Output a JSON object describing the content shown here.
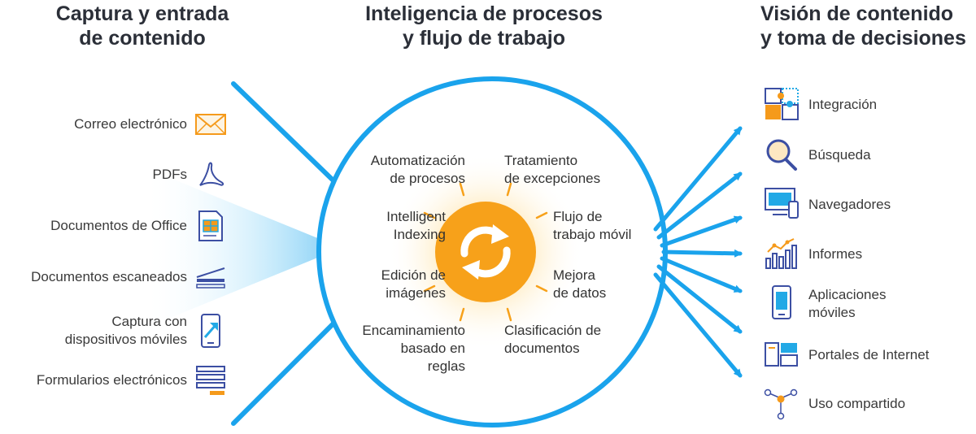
{
  "columns": {
    "left_title": [
      "Captura y entrada",
      "de contenido"
    ],
    "center_title": [
      "Inteligencia de procesos",
      "y flujo de trabajo"
    ],
    "right_title": [
      "Visión de contenido",
      "y toma de decisiones"
    ]
  },
  "inputs": [
    {
      "lines": [
        "Correo electrónico"
      ],
      "icon": "envelope-icon"
    },
    {
      "lines": [
        "PDFs"
      ],
      "icon": "pdf-icon"
    },
    {
      "lines": [
        "Documentos de Office"
      ],
      "icon": "office-document-icon"
    },
    {
      "lines": [
        "Documentos escaneados"
      ],
      "icon": "scanner-icon"
    },
    {
      "lines": [
        "Captura con",
        "dispositivos móviles"
      ],
      "icon": "mobile-capture-icon"
    },
    {
      "lines": [
        "Formularios electrónicos"
      ],
      "icon": "form-icon"
    }
  ],
  "processes": [
    {
      "lines": [
        "Automatización",
        "de procesos"
      ]
    },
    {
      "lines": [
        "Tratamiento",
        "de excepciones"
      ]
    },
    {
      "lines": [
        "Intelligent",
        "Indexing"
      ]
    },
    {
      "lines": [
        "Flujo de",
        "trabajo móvil"
      ]
    },
    {
      "lines": [
        "Edición de",
        "imágenes"
      ]
    },
    {
      "lines": [
        "Mejora",
        "de datos"
      ]
    },
    {
      "lines": [
        "Encaminamiento",
        "basado en",
        "reglas"
      ]
    },
    {
      "lines": [
        "Clasificación de",
        "documentos"
      ]
    }
  ],
  "outputs": [
    {
      "lines": [
        "Integración"
      ],
      "icon": "puzzle-icon"
    },
    {
      "lines": [
        "Búsqueda"
      ],
      "icon": "magnifier-icon"
    },
    {
      "lines": [
        "Navegadores"
      ],
      "icon": "browser-devices-icon"
    },
    {
      "lines": [
        "Informes"
      ],
      "icon": "report-chart-icon"
    },
    {
      "lines": [
        "Aplicaciones",
        "móviles"
      ],
      "icon": "mobile-app-icon"
    },
    {
      "lines": [
        "Portales de Internet"
      ],
      "icon": "web-portal-icon"
    },
    {
      "lines": [
        "Uso compartido"
      ],
      "icon": "share-network-icon"
    }
  ],
  "center_icon": "refresh-cycle-icon",
  "colors": {
    "flow_blue": "#1aa3ec",
    "orange": "#f7a11a",
    "icon_blue": "#3c4fa3",
    "icon_cyan": "#22a9e6",
    "icon_orange": "#f59a1b",
    "title_text": "#2b2f38",
    "body_text": "#3a3a3a"
  }
}
